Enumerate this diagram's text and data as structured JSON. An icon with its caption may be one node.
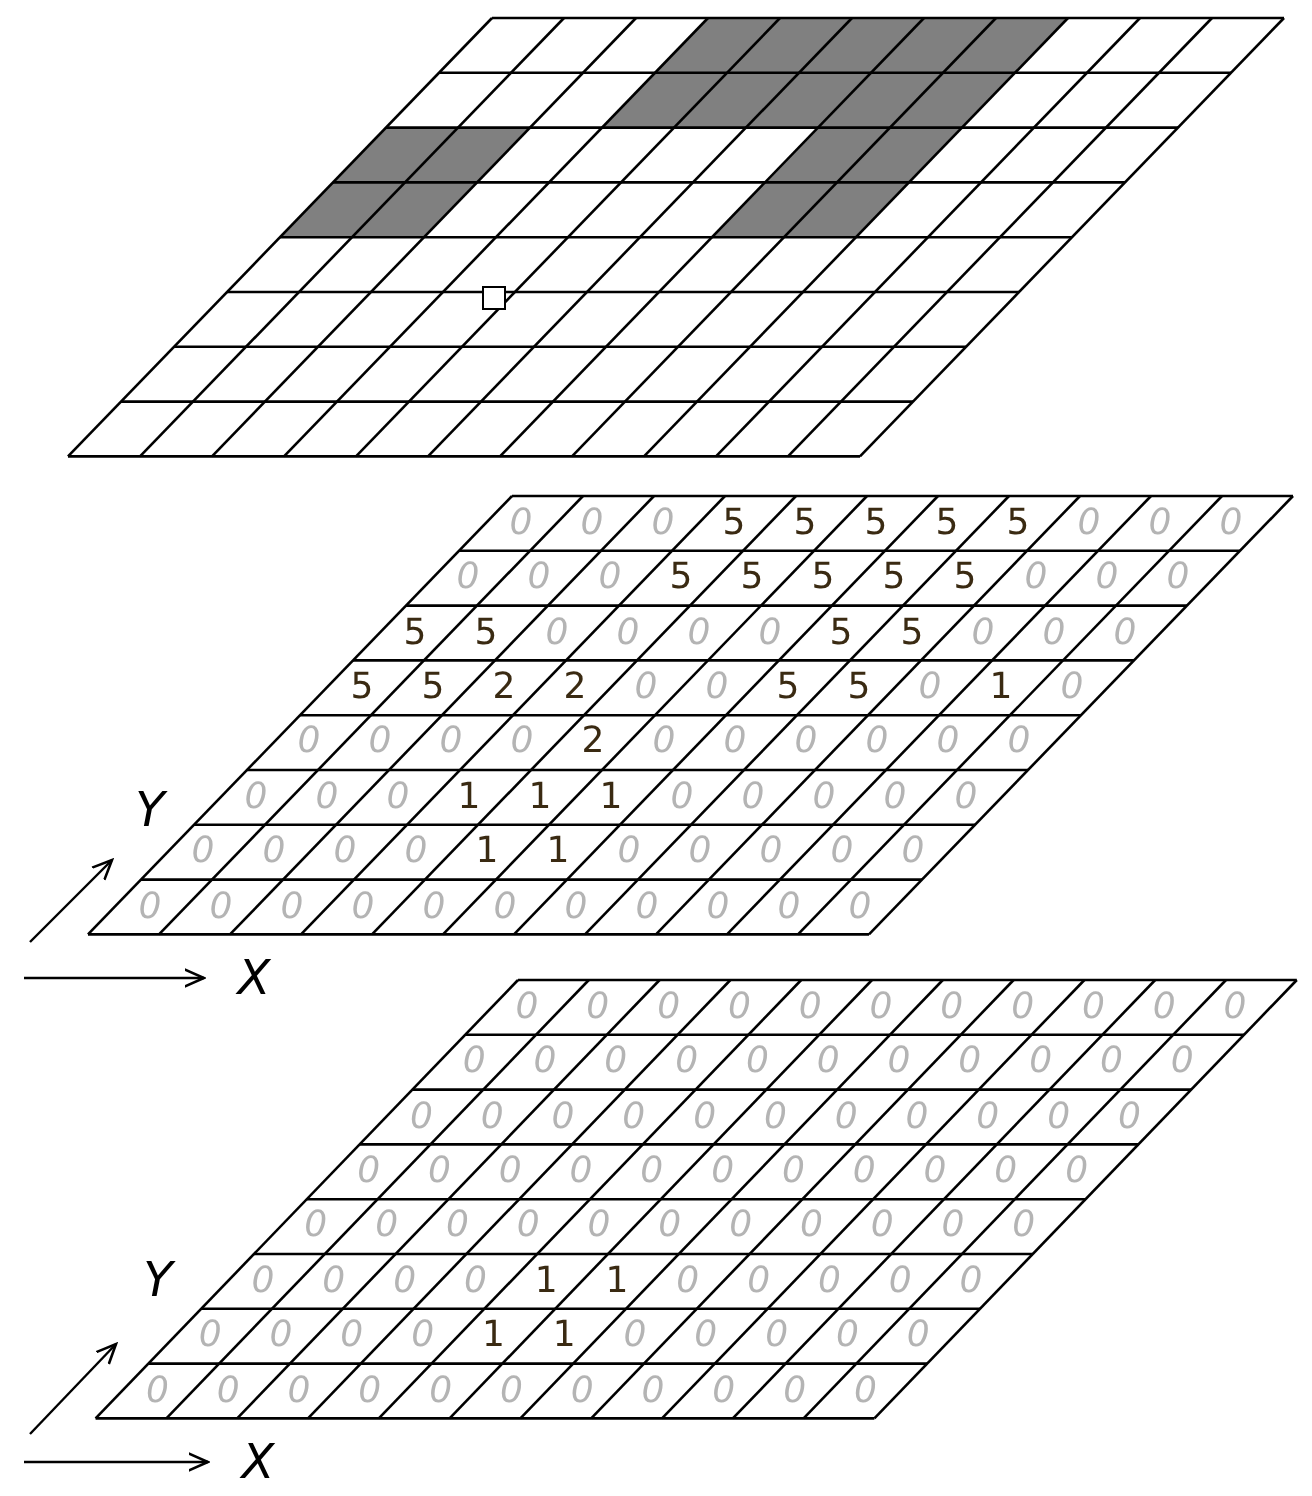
{
  "diagram": {
    "nodes": [
      {
        "text": [],
        "shape": "box"
      }
    ],
    "labels": [
      "0",
      "0",
      "0",
      "5",
      "5",
      "5",
      "5",
      "5",
      "0",
      "0",
      "0",
      "0",
      "0",
      "0",
      "5",
      "5",
      "5",
      "5",
      "5",
      "0",
      "0",
      "0",
      "5",
      "5",
      "0",
      "0",
      "0",
      "0",
      "5",
      "5",
      "0",
      "0",
      "0",
      "5",
      "5",
      "2",
      "2",
      "0",
      "0",
      "5",
      "5",
      "0",
      "1",
      "0",
      "0",
      "0",
      "0",
      "0",
      "2",
      "0",
      "0",
      "0",
      "0",
      "0",
      "0",
      "0",
      "0",
      "0",
      "1",
      "1",
      "1",
      "0",
      "0",
      "0",
      "0",
      "0",
      "0",
      "0",
      "0",
      "0",
      "1",
      "1",
      "0",
      "0",
      "0",
      "0",
      "0",
      "0",
      "0",
      "0",
      "0",
      "0",
      "0",
      "0",
      "0",
      "0",
      "0",
      "0",
      "Y",
      "X",
      "0",
      "0",
      "0",
      "0",
      "0",
      "0",
      "0",
      "0",
      "0",
      "0",
      "0",
      "0",
      "0",
      "0",
      "0",
      "0",
      "0",
      "0",
      "0",
      "0",
      "0",
      "0",
      "0",
      "0",
      "0",
      "0",
      "0",
      "0",
      "0",
      "0",
      "0",
      "0",
      "0",
      "0",
      "0",
      "0",
      "0",
      "0",
      "0",
      "0",
      "0",
      "0",
      "0",
      "0",
      "0",
      "0",
      "0",
      "0",
      "0",
      "0",
      "0",
      "0",
      "0",
      "0",
      "0",
      "0",
      "0",
      "0",
      "0",
      "1",
      "1",
      "0",
      "0",
      "0",
      "0",
      "0",
      "0",
      "0",
      "0",
      "0",
      "1",
      "1",
      "0",
      "0",
      "0",
      "0",
      "0",
      "0",
      "0",
      "0",
      "0",
      "0",
      "0",
      "0",
      "0",
      "0",
      "0",
      "0",
      "Y",
      "X"
    ]
  }
}
